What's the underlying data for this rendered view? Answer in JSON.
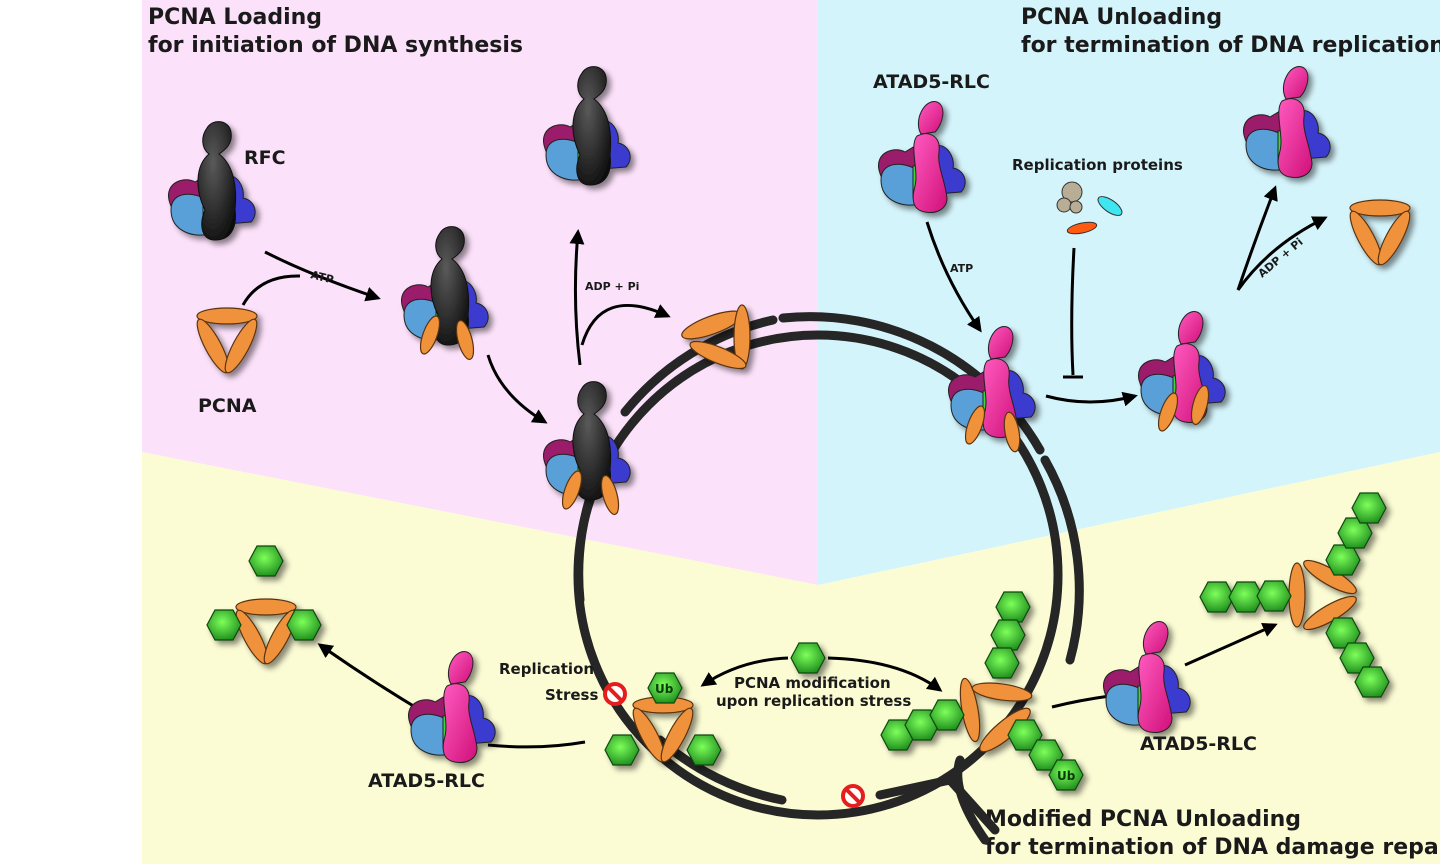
{
  "panels": {
    "loading": {
      "title_line1": "PCNA Loading",
      "title_line2": "for initiation of DNA synthesis",
      "color": "#fce1fa"
    },
    "unloading": {
      "title_line1": "PCNA Unloading",
      "title_line2": "for termination of DNA replication",
      "color": "#d4f4fb"
    },
    "modified_unloading": {
      "title_line1": "Modified PCNA Unloading",
      "title_line2": "for termination of DNA damage repair",
      "color": "#fbfcd4"
    }
  },
  "labels": {
    "rfc": "RFC",
    "pcna": "PCNA",
    "atp_loading": "ATP",
    "adp_pi_loading": "ADP + Pi",
    "atad5_top": "ATAD5-RLC",
    "atp_unloading": "ATP",
    "replication_proteins": "Replication proteins",
    "adp_pi_unloading": "ADP + Pi",
    "replication_stress_line1": "Replication",
    "replication_stress_line2": "Stress",
    "pcna_modification_line1": "PCNA modification",
    "pcna_modification_line2": "upon replication stress",
    "atad5_left": "ATAD5-RLC",
    "atad5_right": "ATAD5-RLC",
    "ub": "Ub"
  },
  "colors": {
    "pcna_orange": "#f0923a",
    "ubiquitin_green": "#2fb82f",
    "rfc_black": "#2a2a2a",
    "atad5_magenta": "#e8208e",
    "subunit_blue": "#3a3ad0",
    "subunit_lightblue": "#5aa0d8",
    "subunit_purple": "#9a1a6a",
    "subunit_green": "#3ad63a",
    "inhibit_red": "#e51d1d",
    "dna": "#262626"
  }
}
